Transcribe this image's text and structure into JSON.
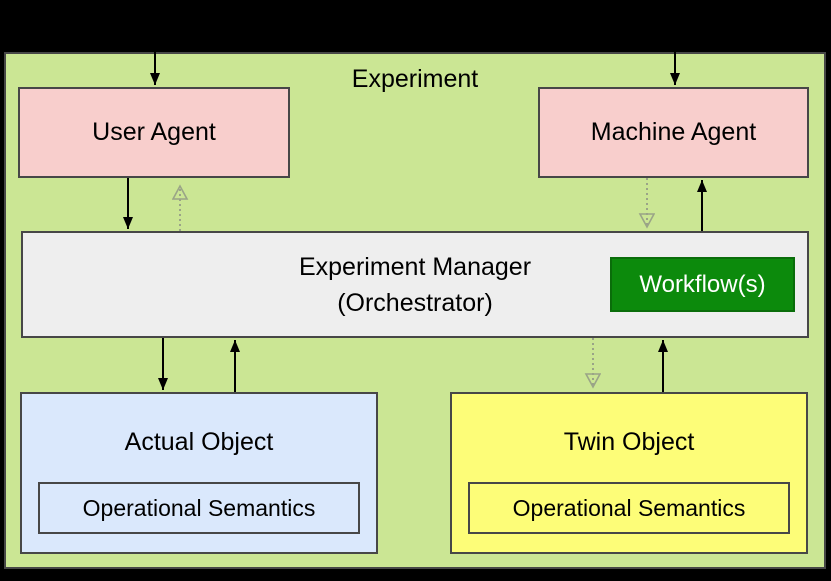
{
  "diagram": {
    "title": "Experiment",
    "nodes": {
      "user_agent": {
        "label": "User Agent"
      },
      "machine_agent": {
        "label": "Machine Agent"
      },
      "experiment_manager": {
        "line1": "Experiment Manager",
        "line2": "(Orchestrator)"
      },
      "workflow": {
        "label": "Workflow(s)"
      },
      "actual_object": {
        "label": "Actual Object",
        "sub_label": "Operational Semantics"
      },
      "twin_object": {
        "label": "Twin Object",
        "sub_label": "Operational Semantics"
      }
    },
    "colors": {
      "page_background": "#000000",
      "frame_fill": "#cbe694",
      "frame_border": "#474747",
      "agent_fill": "#f8cecc",
      "manager_fill": "#eeeeee",
      "workflow_fill": "#0c8a0c",
      "workflow_border": "#0a6d0a",
      "workflow_text": "#ffffff",
      "actual_object_fill": "#dae8fc",
      "twin_object_fill": "#fdfd78",
      "solid_arrow": "#000000",
      "dotted_arrow": "#9aa487"
    }
  }
}
